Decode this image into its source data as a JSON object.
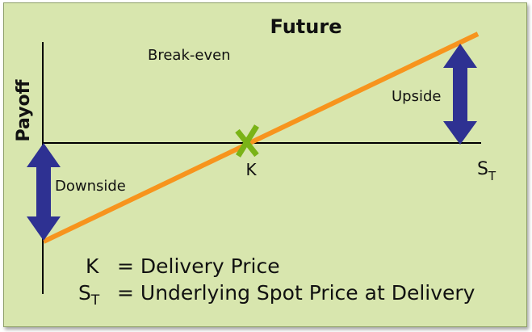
{
  "title": "Future",
  "labels": {
    "breakeven": "Break-even",
    "upside": "Upside",
    "downside": "Downside",
    "yaxis": "Payoff",
    "k": "K",
    "st_main": "S",
    "st_sub": "T"
  },
  "legend": {
    "k_symbol": "K",
    "k_text": "= Delivery Price",
    "st_symbol": "S",
    "st_sub": "T",
    "st_text": "= Underlying Spot Price at Delivery"
  },
  "colors": {
    "background": "#d8e6ae",
    "payoff_line": "#f7941d",
    "arrows": "#2e3192",
    "breakeven_marker": "#7ab317",
    "axes": "#000000"
  },
  "icons": {
    "breakeven_marker": "x-mark-icon",
    "upside": "double-arrow-icon",
    "downside": "double-arrow-icon"
  }
}
